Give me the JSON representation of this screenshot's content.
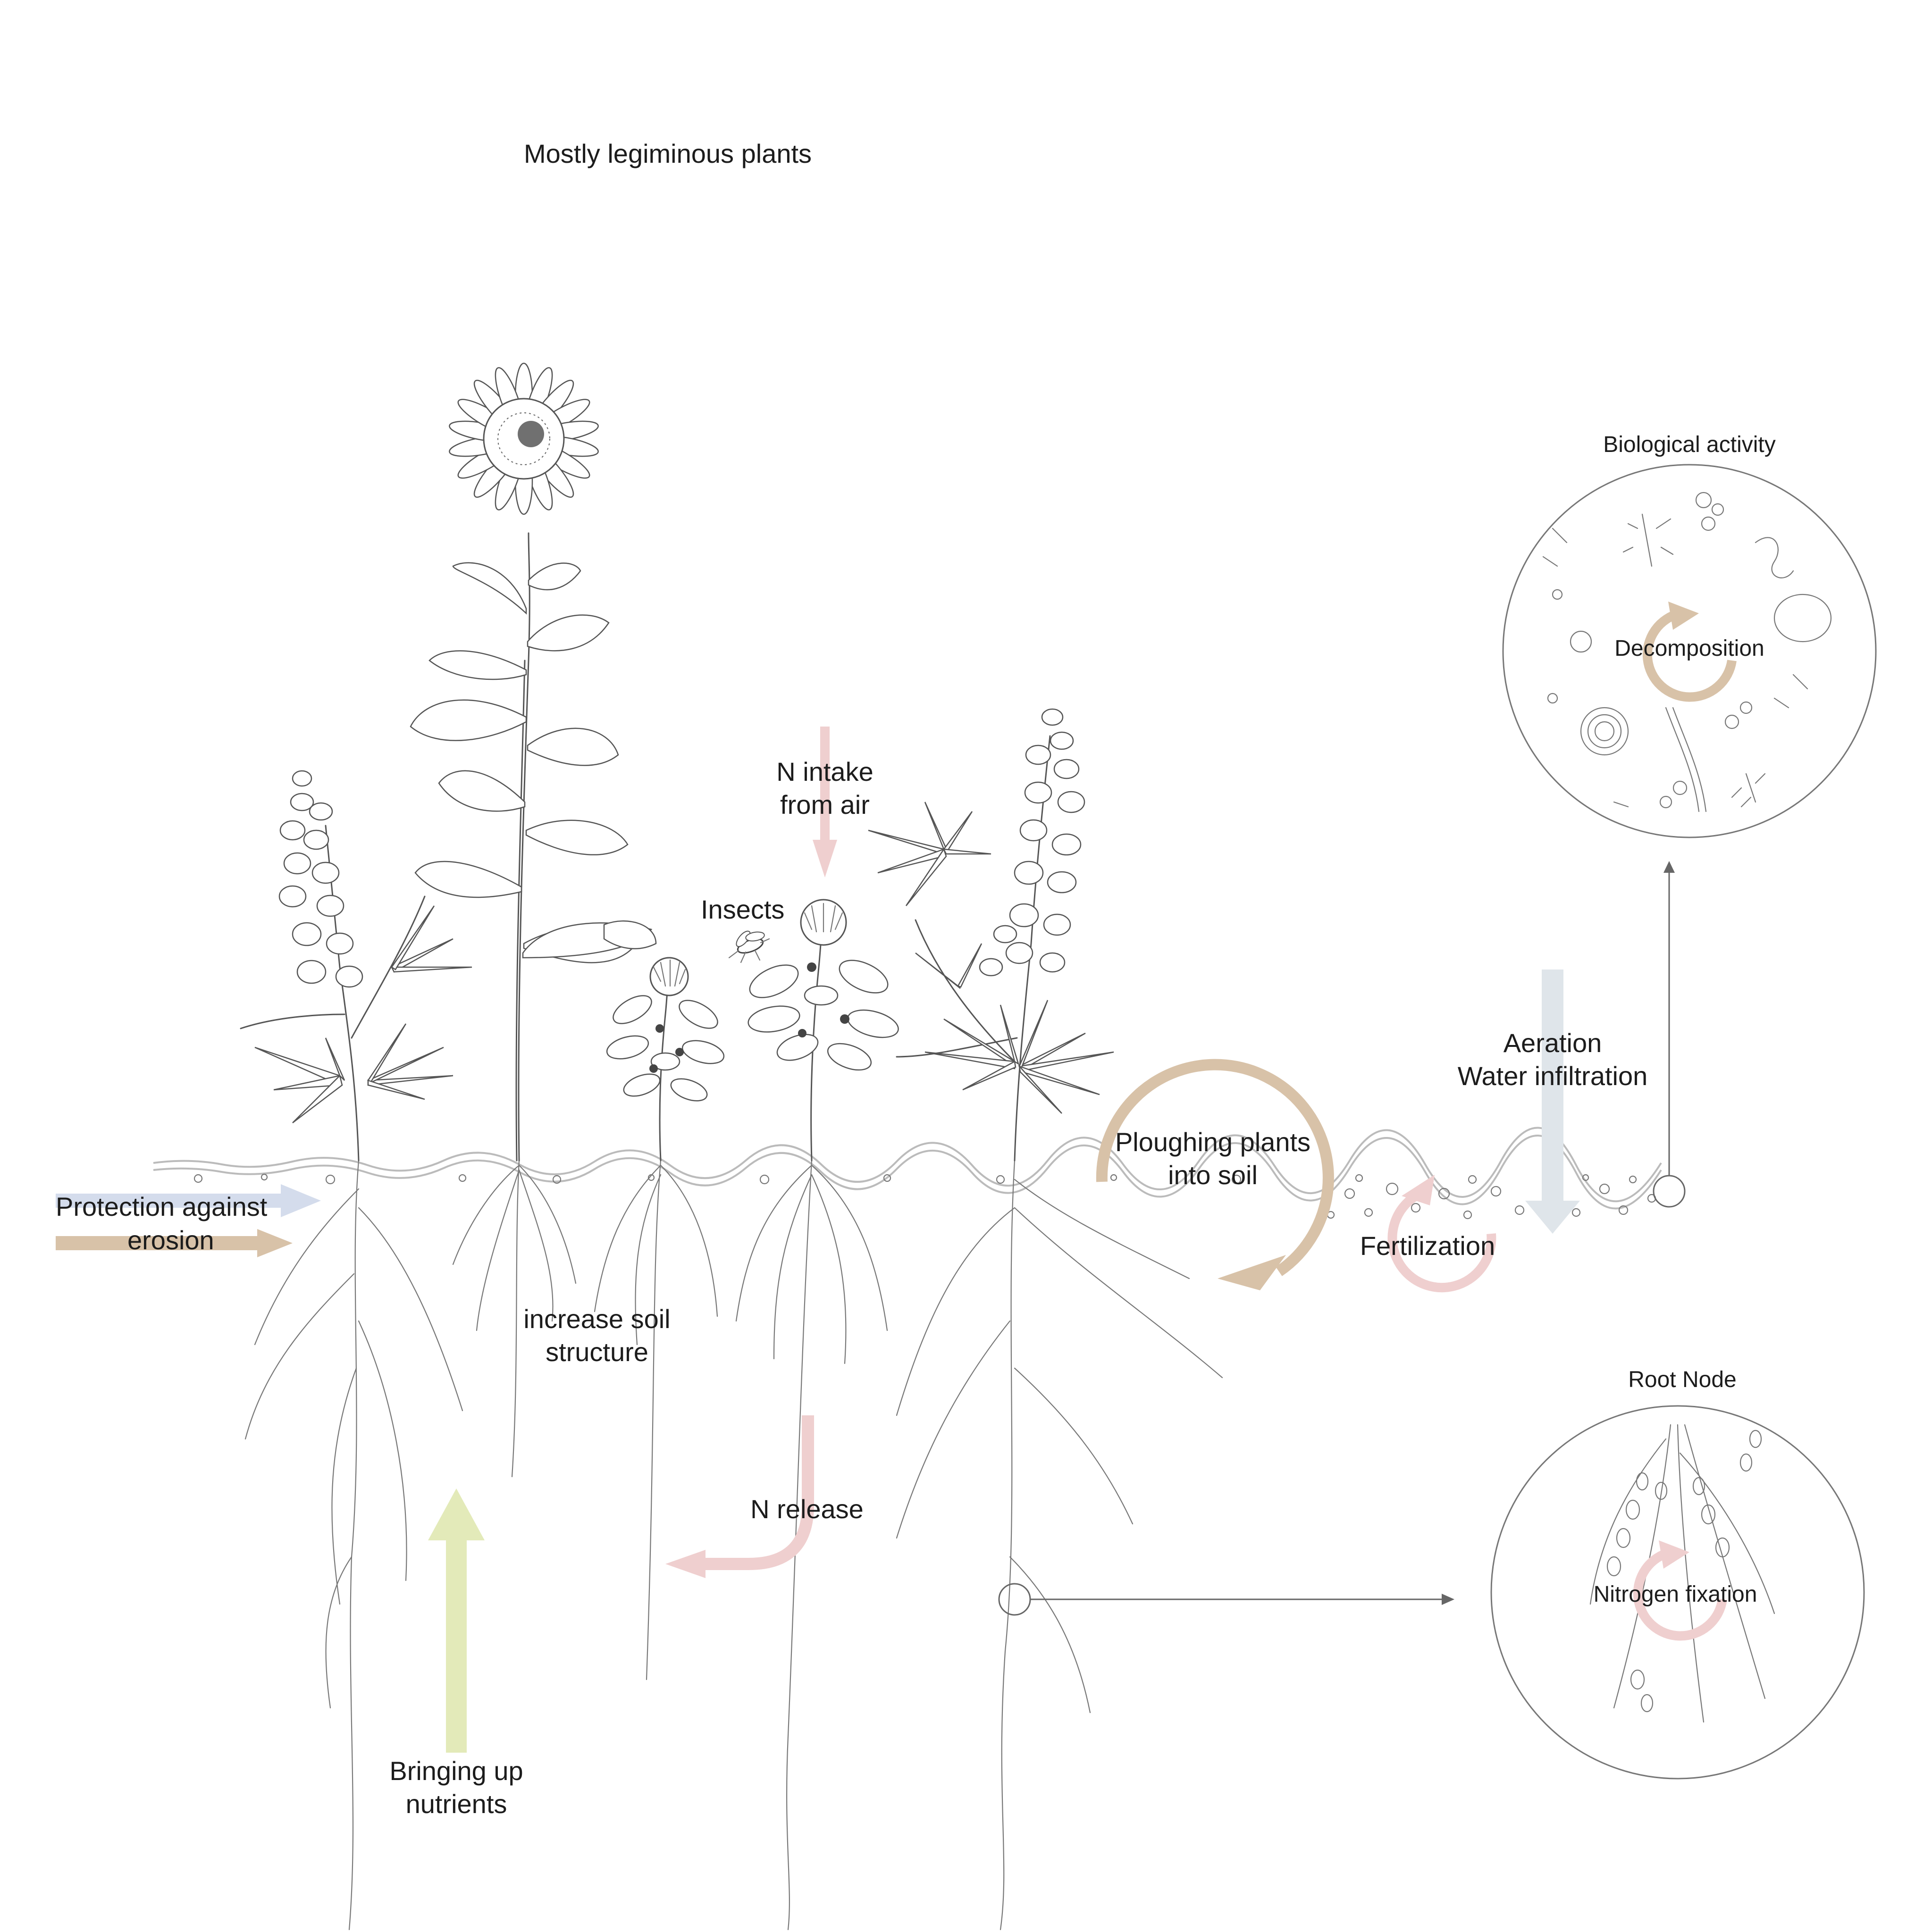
{
  "colors": {
    "blue_arrow": "#d4dcec",
    "tan_arrow": "#d8c2a8",
    "pink_arrow": "#efcfcf",
    "green_arrow": "#e3eab9",
    "grey_blue_arrow": "#dfe5ea",
    "line": "#555555"
  },
  "labels": {
    "title": "Mostly legiminous plants",
    "n_intake_1": "N intake",
    "n_intake_2": "from air",
    "insects": "Insects",
    "protection_1": "Protection against",
    "protection_2": "erosion",
    "soil_structure_1": "increase soil",
    "soil_structure_2": "structure",
    "n_release": "N release",
    "nutrients_1": "Bringing up",
    "nutrients_2": "nutrients",
    "ploughing_1": "Ploughing plants",
    "ploughing_2": "into soil",
    "fertilization": "Fertilization",
    "aeration": "Aeration",
    "water": "Water infiltration",
    "bio_activity": "Biological activity",
    "decomposition": "Decomposition",
    "root_node": "Root Node",
    "nitrogen_fixation": "Nitrogen fixation"
  },
  "icons": {
    "sunflower": "sunflower-icon",
    "lupine": "lupine-icon",
    "clover": "clover-icon",
    "insect": "insect-icon",
    "magnifier_circle": "magnifier-circle-icon"
  }
}
